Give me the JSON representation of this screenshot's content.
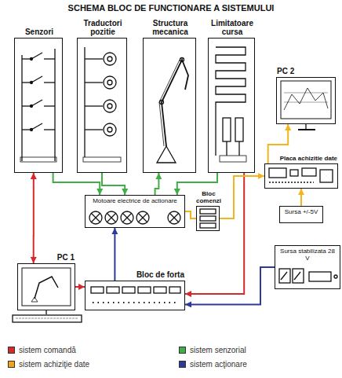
{
  "diagram": {
    "title": "SCHEMA BLOC DE FUNCTIONARE A SISTEMULUI",
    "nodes": [
      {
        "text": [
          "Senzori"
        ]
      },
      {
        "text": [
          "Traductori pozitie"
        ]
      },
      {
        "text": [
          "Structura mecanica"
        ]
      },
      {
        "text": [
          "Limitatoare cursa"
        ]
      },
      {
        "text": [
          "PC 2"
        ]
      },
      {
        "text": [
          "Placa achizitie date"
        ]
      },
      {
        "text": [
          "Motoare electrice de actionare"
        ]
      },
      {
        "text": [
          "Bloc comenzi"
        ]
      },
      {
        "text": [
          "Sursa +/-5V"
        ]
      },
      {
        "text": [
          "Sursa stabilizata 28 V"
        ]
      },
      {
        "text": [
          "PC 1"
        ]
      },
      {
        "text": [
          "Bloc de forta"
        ]
      }
    ],
    "edges": [
      {
        "from": 0,
        "to": 10,
        "arrow": "both"
      },
      {
        "from": 3,
        "to": 11,
        "arrow": "to"
      },
      {
        "from": 10,
        "to": 11,
        "arrow": "to"
      },
      {
        "from": 11,
        "to": 6,
        "arrow": "to"
      },
      {
        "from": 9,
        "to": 11,
        "arrow": "to"
      },
      {
        "from": 0,
        "to": 6,
        "arrow": "to"
      },
      {
        "from": 1,
        "to": 6,
        "arrow": "to"
      },
      {
        "from": 6,
        "to": 2,
        "arrow": "to"
      },
      {
        "from": 3,
        "to": 6,
        "arrow": "to"
      },
      {
        "from": 6,
        "to": 7,
        "arrow": "none"
      },
      {
        "from": 7,
        "to": 5,
        "arrow": "to"
      },
      {
        "from": 5,
        "to": 4,
        "arrow": "to"
      },
      {
        "from": 8,
        "to": 5,
        "arrow": "to"
      }
    ],
    "legend": [
      {
        "text": "sistem comandă",
        "color": "#d62a2a"
      },
      {
        "text": "sistem achiziţie date",
        "color": "#f2a51c"
      },
      {
        "text": "sistem senzorial",
        "color": "#3fae49"
      },
      {
        "text": "sistem acţionare",
        "color": "#2e3a9a"
      }
    ]
  }
}
